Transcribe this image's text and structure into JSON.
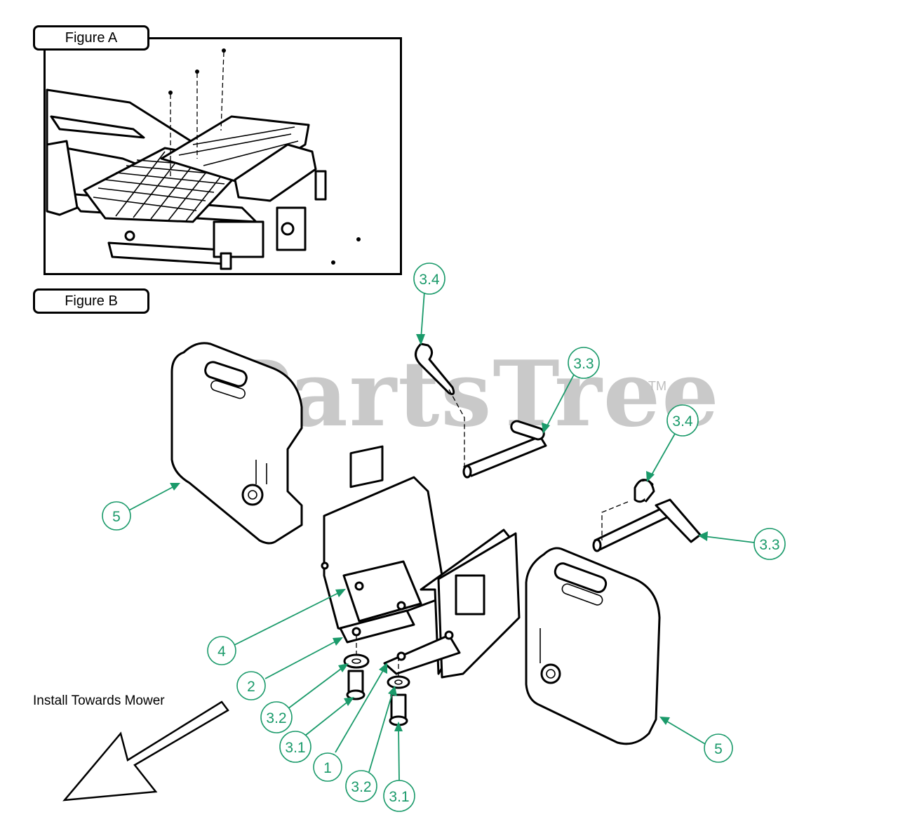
{
  "figures": {
    "figure_a_label": "Figure A",
    "figure_b_label": "Figure B"
  },
  "install_note": "Install Towards Mower",
  "watermark": {
    "text": "PartsTree",
    "trademark": "TM"
  },
  "callouts": [
    {
      "id": "c-3-4-top",
      "label": "3.4"
    },
    {
      "id": "c-3-3-top",
      "label": "3.3"
    },
    {
      "id": "c-3-4-right",
      "label": "3.4"
    },
    {
      "id": "c-3-3-right",
      "label": "3.3"
    },
    {
      "id": "c-5-left",
      "label": "5"
    },
    {
      "id": "c-5-right",
      "label": "5"
    },
    {
      "id": "c-4",
      "label": "4"
    },
    {
      "id": "c-2",
      "label": "2"
    },
    {
      "id": "c-3-2-left",
      "label": "3.2"
    },
    {
      "id": "c-3-1-left",
      "label": "3.1"
    },
    {
      "id": "c-1",
      "label": "1"
    },
    {
      "id": "c-3-2-right",
      "label": "3.2"
    },
    {
      "id": "c-3-1-right",
      "label": "3.1"
    }
  ],
  "colors": {
    "callout": "#1a9a6a",
    "watermark": "#c9c9c9",
    "line": "#000000"
  }
}
